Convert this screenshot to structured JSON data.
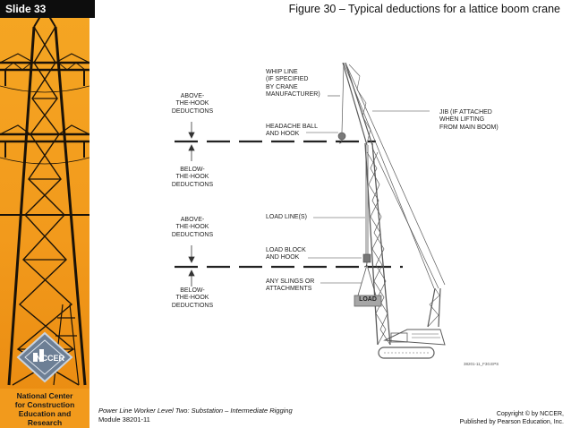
{
  "slide": {
    "label": "Slide 33"
  },
  "figure": {
    "title": "Figure 30 – Typical deductions for a lattice boom crane"
  },
  "sidebar": {
    "org_lines": [
      "National Center",
      "for Construction",
      "Education and",
      "Research"
    ],
    "logo_text": "NCCER"
  },
  "diagram": {
    "labels": {
      "above_hook_1": "ABOVE-\nTHE-HOOK\nDEDUCTIONS",
      "below_hook_1": "BELOW-\nTHE-HOOK\nDEDUCTIONS",
      "above_hook_2": "ABOVE-\nTHE-HOOK\nDEDUCTIONS",
      "below_hook_2": "BELOW-\nTHE-HOOK\nDEDUCTIONS",
      "whip_line": "WHIP LINE\n(IF SPECIFIED\nBY CRANE\nMANUFACTURER)",
      "headache_ball": "HEADACHE BALL\nAND HOOK",
      "jib": "JIB (IF ATTACHED\nWHEN LIFTING\nFROM MAIN BOOM)",
      "load_lines": "LOAD LINE(S)",
      "load_block": "LOAD BLOCK\nAND HOOK",
      "slings": "ANY SLINGS OR\nATTACHMENTS",
      "load": "LOAD",
      "ref_code": "38201-11_F30.EPS"
    }
  },
  "footer": {
    "course_title": "Power Line Worker Level Two: Substation – Intermediate Rigging",
    "module": "Module 38201-11",
    "copyright_1": "Copyright © by NCCER,",
    "copyright_2": "Published by Pearson Education, Inc."
  }
}
